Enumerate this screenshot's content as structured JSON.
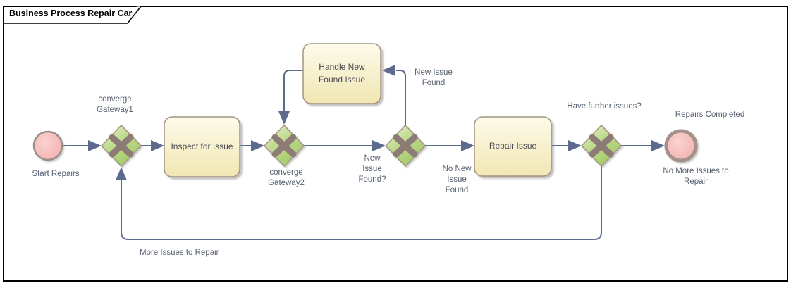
{
  "title": "Business Process Repair Car",
  "nodes": {
    "start_event": {
      "type": "start-event",
      "label": "Start Repairs"
    },
    "gateway1": {
      "type": "exclusive-gateway",
      "label": "converge\nGateway1"
    },
    "task_inspect": {
      "type": "task",
      "label": "Inspect for Issue"
    },
    "gateway2": {
      "type": "exclusive-gateway",
      "label": "converge\nGateway2"
    },
    "task_handle": {
      "type": "task",
      "label": "Handle New\nFound Issue"
    },
    "gateway3": {
      "type": "exclusive-gateway",
      "label": ""
    },
    "task_repair": {
      "type": "task",
      "label": "Repair Issue"
    },
    "gateway4": {
      "type": "exclusive-gateway",
      "label": "Have further issues?"
    },
    "end_event": {
      "type": "end-event",
      "label_above": "Repairs Completed",
      "label_below": "No More Issues to\nRepair"
    }
  },
  "connectors": {
    "new_issue_question": "New\nIssue\nFound?",
    "new_issue_found": "New Issue\nFound",
    "no_new_issue_found": "No New\nIssue\nFound",
    "more_issues": "More Issues to Repair"
  },
  "colors": {
    "connector": "#5c6b8d",
    "gateway_fill": "#b5d482",
    "gateway_cross": "#8d7b74",
    "task_fill": "#f7efc9",
    "task_border": "#a4937f",
    "event_fill": "#f5b5b3",
    "end_border": "#a5918b",
    "frame_border": "#000000",
    "label_text": "#566070"
  }
}
